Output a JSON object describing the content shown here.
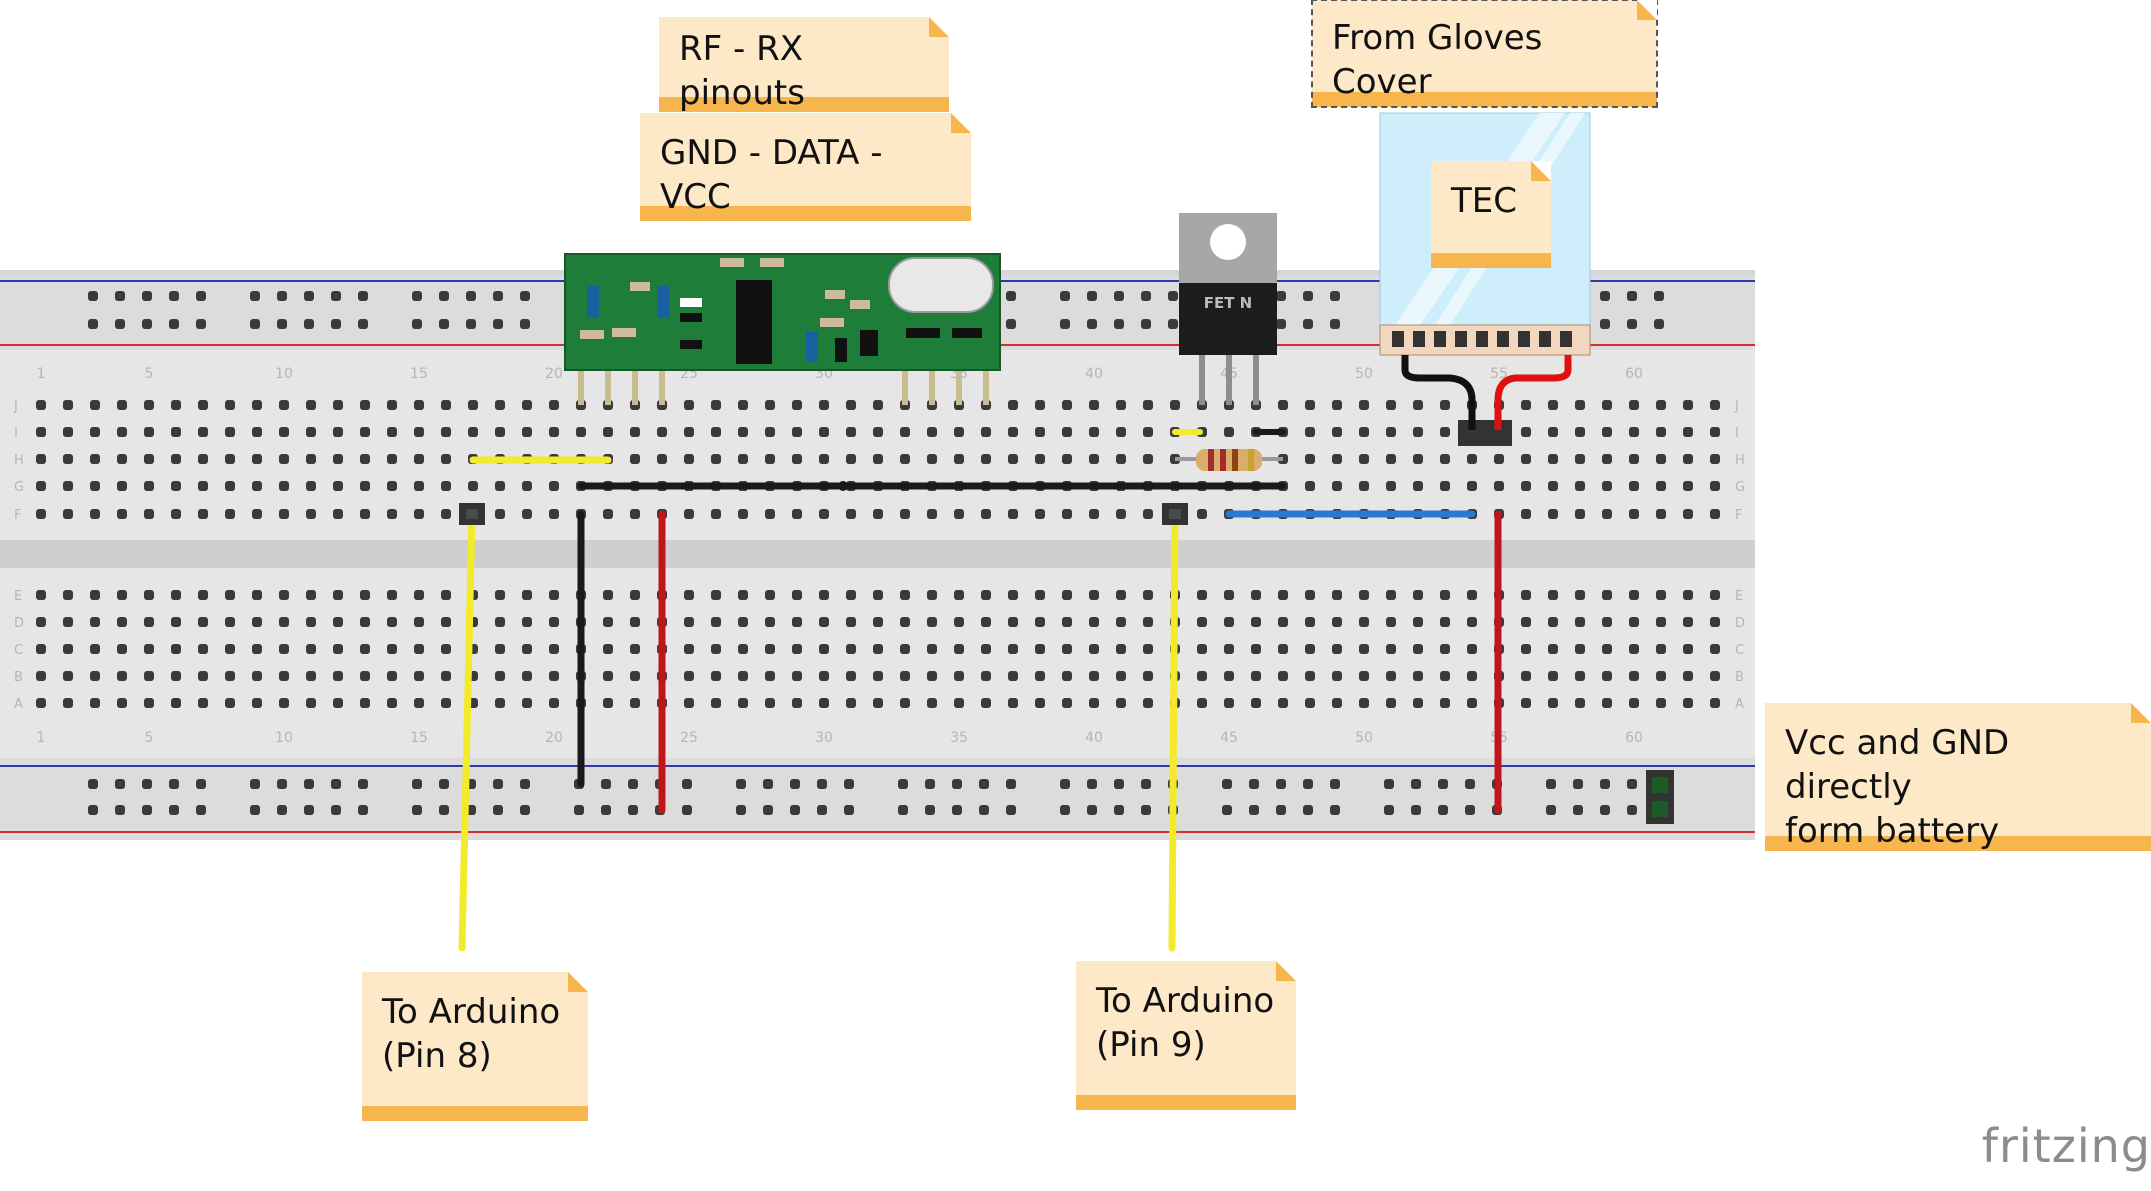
{
  "app": {
    "brand": "fritzing"
  },
  "notes": {
    "rf_rx": "RF - RX pinouts",
    "pinout": "GND - DATA - VCC",
    "gloves": "From Gloves Cover",
    "tec": "TEC",
    "vcc_gnd_line1": "Vcc and GND directly",
    "vcc_gnd_line2": "form battery",
    "arduino8_line1": "To Arduino",
    "arduino8_line2": "(Pin 8)",
    "arduino9_line1": "To Arduino",
    "arduino9_line2": "(Pin 9)"
  },
  "components": {
    "fet_label": "FET N"
  },
  "breadboard": {
    "row_letters_top": [
      "J",
      "I",
      "H",
      "G",
      "F"
    ],
    "row_letters_bottom": [
      "E",
      "D",
      "C",
      "B",
      "A"
    ],
    "column_numbers": [
      "1",
      "5",
      "10",
      "15",
      "20",
      "25",
      "30",
      "35",
      "40",
      "45",
      "50",
      "55",
      "60"
    ]
  },
  "colors": {
    "breadboard": "#d9d9d9",
    "rail_red": "#d0312d",
    "rail_blue": "#2f3aa8",
    "wire_yellow": "#f2ea2a",
    "wire_black": "#1a1a1a",
    "wire_red": "#c0161b",
    "wire_blue": "#2a78d4",
    "pcb_green": "#1f7d3a",
    "note_fill": "#fde8c7",
    "note_band": "#f7b54d"
  }
}
